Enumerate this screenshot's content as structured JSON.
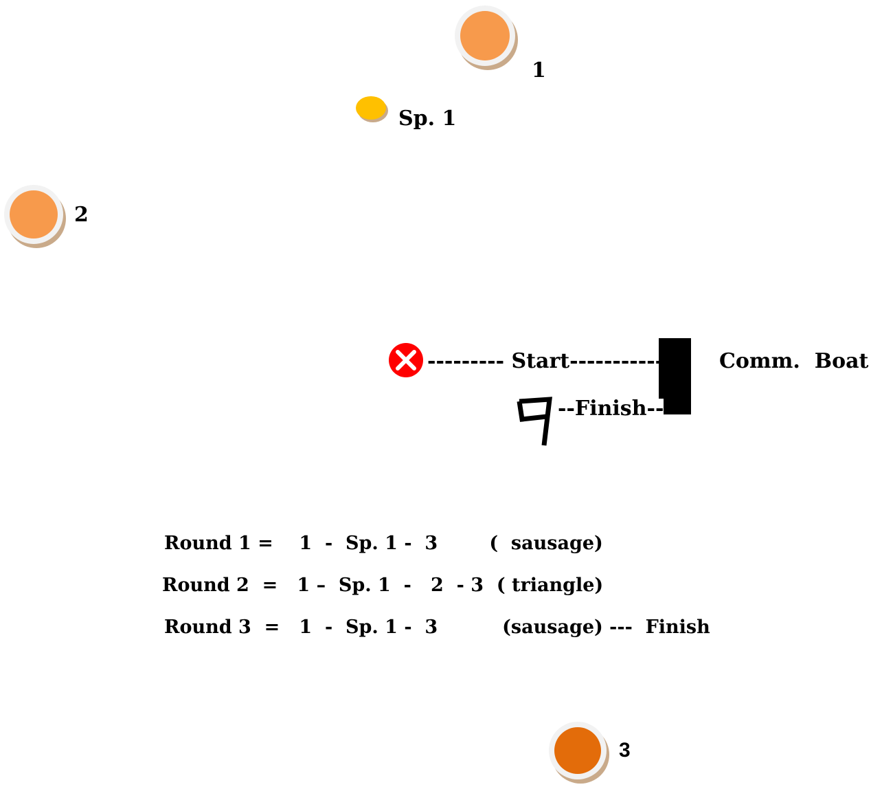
{
  "marks": {
    "mark1": {
      "label": "1",
      "color": "#f79a4c",
      "icon": "orange-buoy"
    },
    "spreader": {
      "label": "Sp. 1",
      "color": "#ffc000",
      "icon": "yellow-spreader-buoy"
    },
    "mark2": {
      "label": "2",
      "color": "#f79a4c",
      "icon": "orange-buoy"
    },
    "mark3": {
      "label": "3",
      "color": "#e36c0a",
      "icon": "dark-orange-buoy"
    }
  },
  "start_line": {
    "pin_icon": "red-x-pin-end",
    "pin_color": "#ff0000",
    "dashes_left": "---------",
    "label": "Start",
    "dashes_right": "-----------"
  },
  "finish_line": {
    "flag_icon": "finish-flag",
    "text": "--Finish--"
  },
  "committee_boat": {
    "label": "Comm.  Boat",
    "color": "#000000"
  },
  "rounds": [
    {
      "text": "Round 1 =    1  -  Sp. 1 -  3        (  sausage)"
    },
    {
      "text": "Round 2  =   1 –  Sp. 1  -   2  - 3  ( triangle)"
    },
    {
      "text": "Round 3  =   1  -  Sp. 1 -  3          (sausage) ---  Finish"
    }
  ]
}
